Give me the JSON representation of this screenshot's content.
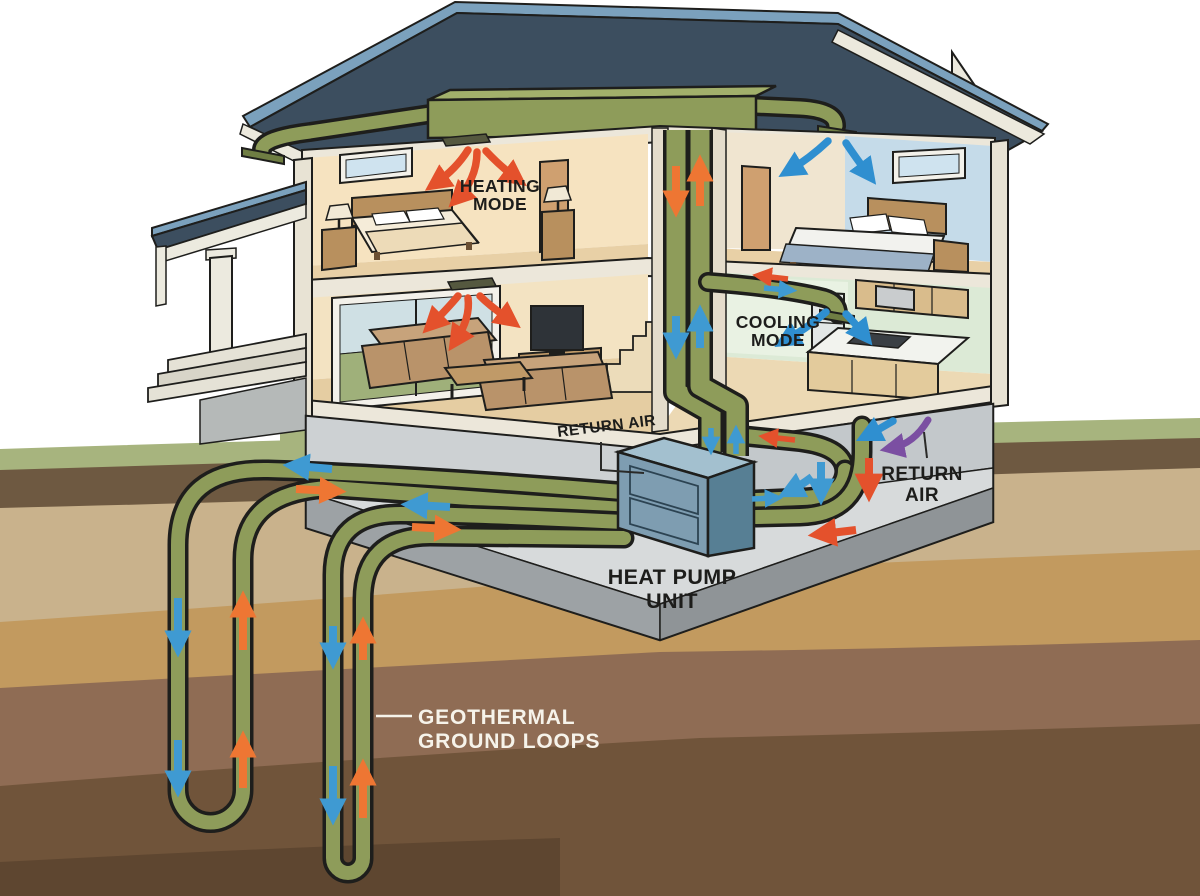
{
  "diagram_title": "Geothermal heat pump house cross-section",
  "labels": {
    "heating_mode": [
      "HEATING",
      "MODE"
    ],
    "cooling_mode": [
      "COOLING",
      "MODE"
    ],
    "return_air_left": [
      "RETURN AIR"
    ],
    "return_air_right": [
      "RETURN",
      "AIR"
    ],
    "heat_pump_unit": [
      "HEAT PUMP",
      "UNIT"
    ],
    "geothermal_ground_loops": [
      "GEOTHERMAL",
      "GROUND LOOPS"
    ]
  },
  "colors": {
    "duct_green": "#8e9c5a",
    "duct_green_top": "#a2b06b",
    "warm_arrow": "#e4512c",
    "up_arrow": "#ee7633",
    "cool_arrow": "#2f8fd0",
    "cool_arrow2": "#3f9ad2",
    "return_purple": "#7b4fa2",
    "roof_dark": "#3c4e5f",
    "roof_light": "#7ba1bd",
    "heat_pump_top": "#a3c0cf",
    "heat_pump_front": "#7e9db1",
    "heat_pump_side": "#577f94",
    "grass": "#a7b47e",
    "label_dark": "#1d1d1b",
    "label_light": "#f6f3ea"
  }
}
